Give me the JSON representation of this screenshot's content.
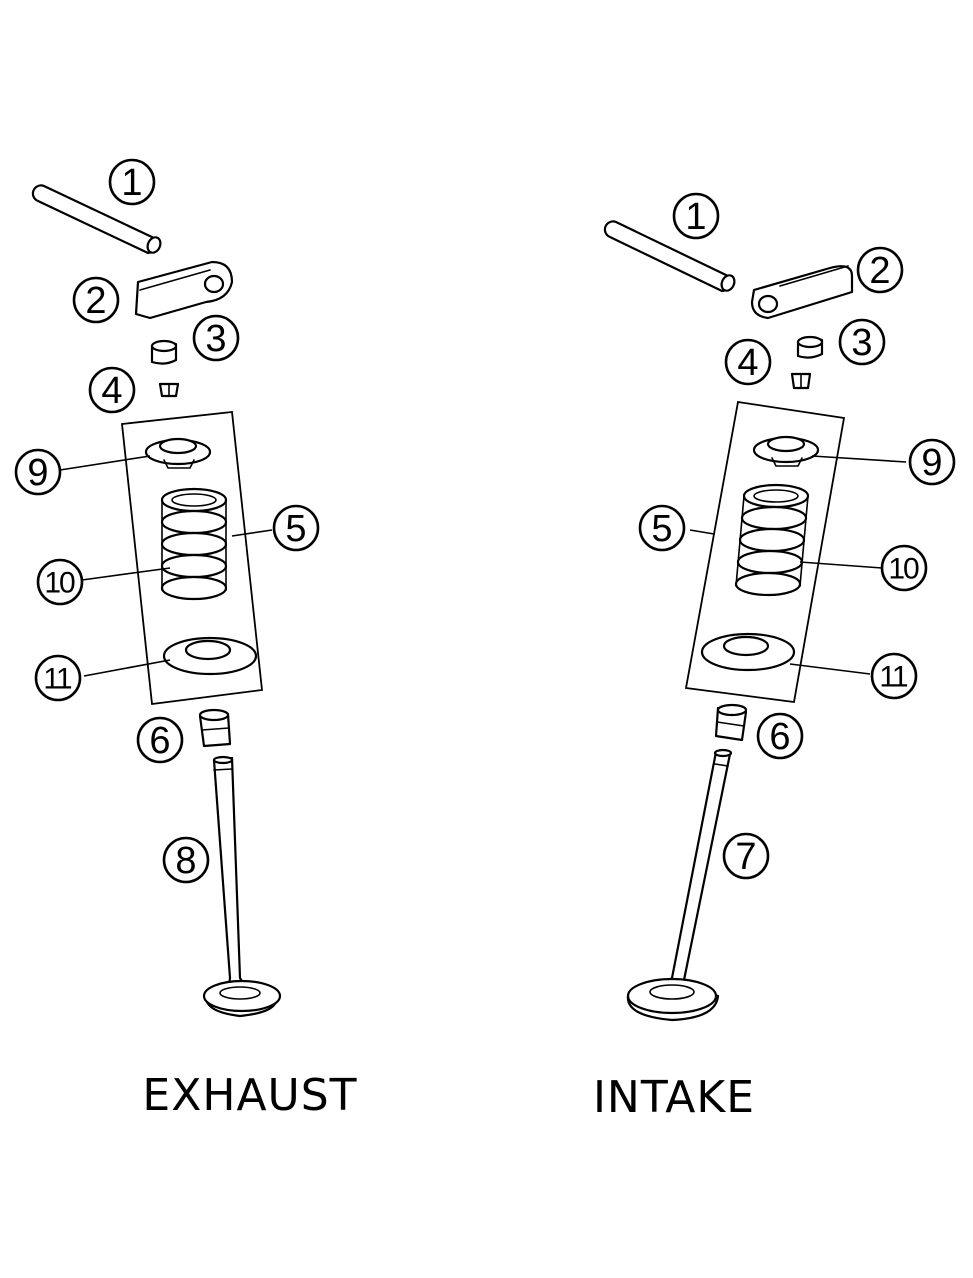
{
  "labels": {
    "exhaust": "EXHAUST",
    "intake": "INTAKE"
  },
  "callouts": {
    "exhaust": [
      "1",
      "2",
      "3",
      "4",
      "9",
      "5",
      "10",
      "11",
      "6",
      "8"
    ],
    "intake": [
      "1",
      "2",
      "3",
      "4",
      "9",
      "5",
      "10",
      "11",
      "6",
      "7"
    ]
  },
  "colors": {
    "line": "#000000",
    "background": "#ffffff"
  }
}
